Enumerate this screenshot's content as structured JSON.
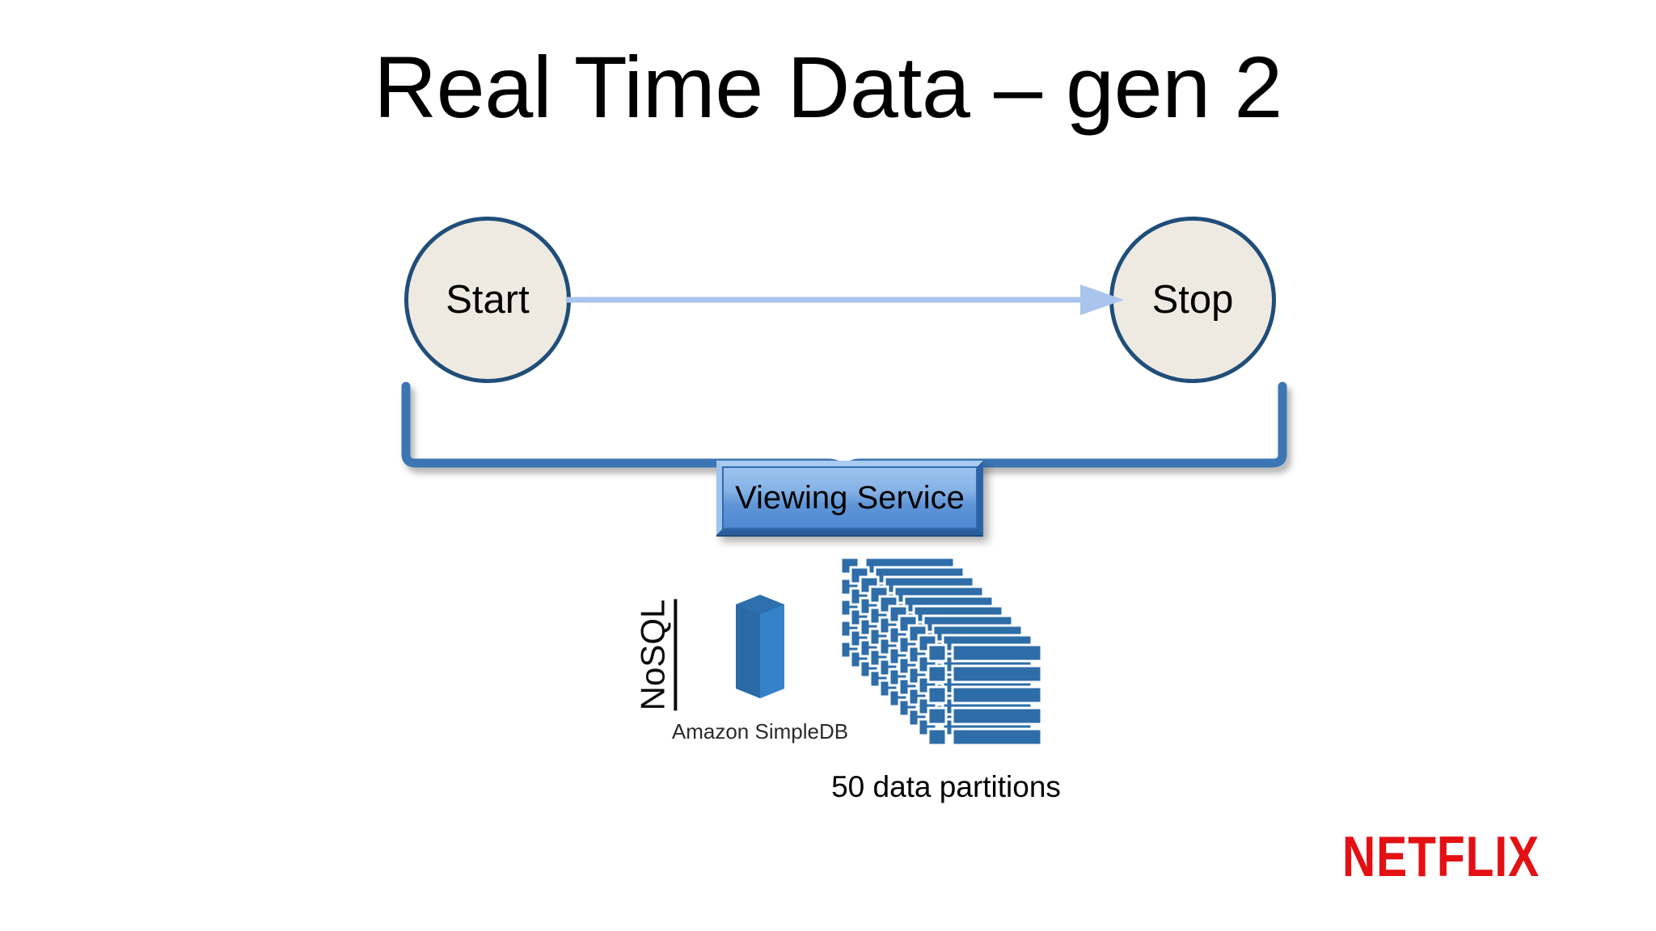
{
  "slide": {
    "title": "Real Time Data – gen 2",
    "background_color": "#FFFFFF"
  },
  "diagram": {
    "nodes": [
      {
        "id": "start",
        "label": "Start",
        "shape": "circle",
        "fill": "#EEEAE2",
        "stroke": "#1F4E79"
      },
      {
        "id": "stop",
        "label": "Stop",
        "shape": "circle",
        "fill": "#EEEAE2",
        "stroke": "#1F4E79"
      }
    ],
    "arrow": {
      "name": "start-to-stop-arrow",
      "from": "start",
      "to": "stop",
      "color": "#A9C4ED"
    },
    "brace": {
      "name": "grouping-brace",
      "orientation": "down",
      "color": "#3B74B4",
      "groups": [
        "start",
        "stop"
      ],
      "points_to": "viewing-service"
    },
    "service_box": {
      "id": "viewing-service",
      "label": "Viewing Service",
      "style": "beveled-3d",
      "fill_top": "#9CC3EE",
      "fill_bottom": "#4F8AD2",
      "bevel_light": "#A9CBF0",
      "bevel_dark": "#2A5C9E"
    },
    "datastore": {
      "category_label": "NoSQL",
      "category_label_orientation": "vertical",
      "name": "Amazon SimpleDB",
      "icon": "hexagonal-prism-database-icon",
      "icon_color": "#3079BC",
      "icon_shade": "#2A6099"
    },
    "partitions": {
      "caption": "50 data partitions",
      "count": 50,
      "icon": "stacked-table-cards-icon",
      "color": "#2E6DA8",
      "card_count": 10
    }
  },
  "branding": {
    "logo_text": "NETFLIX",
    "logo_color": "#E31014"
  }
}
